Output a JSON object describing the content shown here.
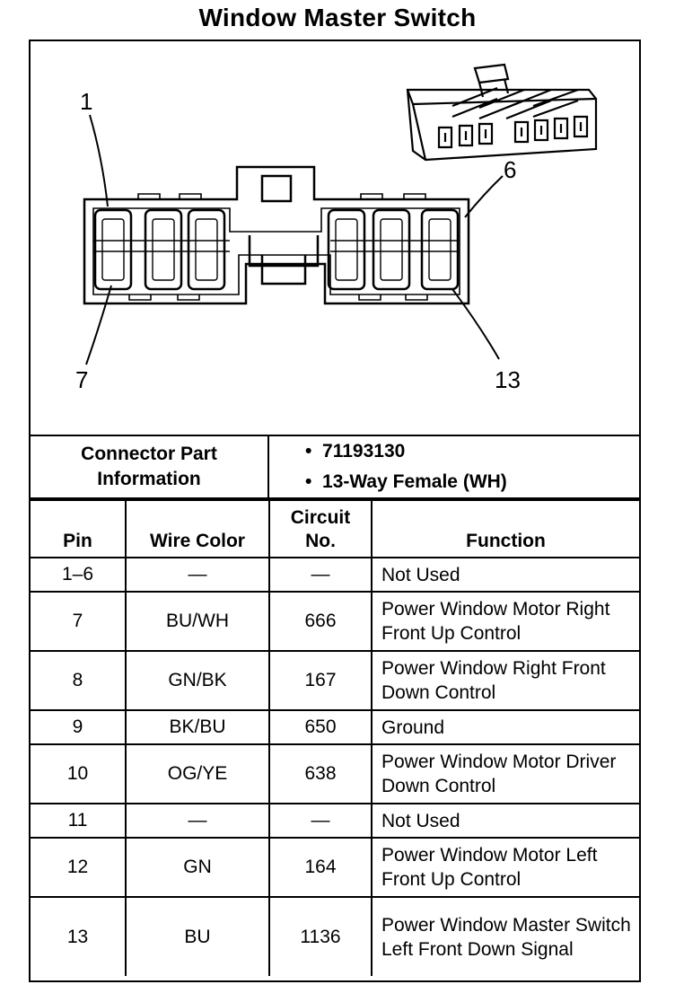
{
  "title": "Window Master Switch",
  "diagram": {
    "callouts": [
      "1",
      "6",
      "7",
      "13"
    ]
  },
  "connector": {
    "label": "Connector Part Information",
    "values": [
      "71193130",
      "13-Way Female (WH)"
    ]
  },
  "table": {
    "headers": {
      "pin": "Pin",
      "wire_color": "Wire Color",
      "circuit_no": "Circuit No.",
      "function": "Function"
    },
    "rows": [
      {
        "pin": "1–6",
        "wire_color": "—",
        "circuit": "—",
        "function": "Not Used"
      },
      {
        "pin": "7",
        "wire_color": "BU/WH",
        "circuit": "666",
        "function": "Power Window Motor Right Front Up Control"
      },
      {
        "pin": "8",
        "wire_color": "GN/BK",
        "circuit": "167",
        "function": "Power Window Right Front Down Control"
      },
      {
        "pin": "9",
        "wire_color": "BK/BU",
        "circuit": "650",
        "function": "Ground"
      },
      {
        "pin": "10",
        "wire_color": "OG/YE",
        "circuit": "638",
        "function": "Power Window Motor Driver Down Control"
      },
      {
        "pin": "11",
        "wire_color": "—",
        "circuit": "—",
        "function": "Not Used"
      },
      {
        "pin": "12",
        "wire_color": "GN",
        "circuit": "164",
        "function": "Power Window Motor Left Front Up Control"
      },
      {
        "pin": "13",
        "wire_color": "BU",
        "circuit": "1136",
        "function": "Power Window Master Switch Left Front Down Signal"
      }
    ]
  }
}
